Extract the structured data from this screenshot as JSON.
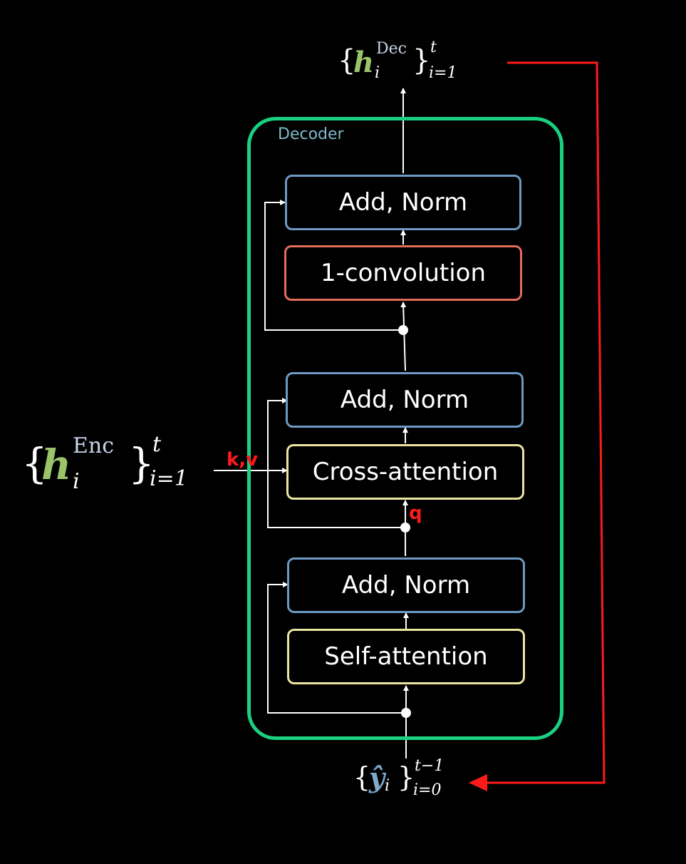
{
  "decoder": {
    "title": "Decoder",
    "blocks": {
      "add_norm_top": "Add, Norm",
      "conv": "1-convolution",
      "add_norm_mid": "Add, Norm",
      "cross_attention": "Cross-attention",
      "add_norm_bottom": "Add, Norm",
      "self_attention": "Self-attention"
    }
  },
  "labels": {
    "kv": "k,v",
    "q": "q"
  },
  "math": {
    "output": {
      "symbol": "h",
      "superscript": "Dec",
      "subscript": "i",
      "range_upper": "t",
      "range_lower": "i=1"
    },
    "encoder": {
      "symbol": "h",
      "superscript": "Enc",
      "subscript": "i",
      "range_upper": "t",
      "range_lower": "i=1"
    },
    "input": {
      "symbol": "ŷ",
      "subscript": "i",
      "range_upper": "t−1",
      "range_lower": "i=0"
    }
  },
  "colors": {
    "background": "#000000",
    "decoder_frame": "#19d17f",
    "norm_border": "#6d9ac4",
    "conv_border": "#e56b5d",
    "attention_border": "#ece5a1",
    "feedback_arrow": "#ff1a1a",
    "h_color": "#9ac46a",
    "y_color": "#7fa8c9",
    "superscript_color": "#c8d5e8"
  }
}
